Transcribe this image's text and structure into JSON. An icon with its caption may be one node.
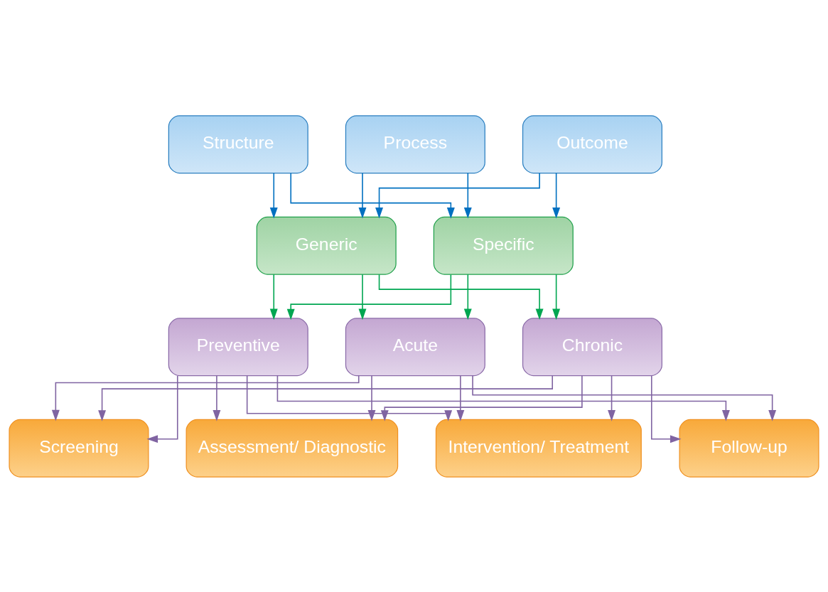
{
  "diagram": {
    "nodes": [
      {
        "text": [
          "Structure"
        ]
      },
      {
        "text": [
          "Process"
        ]
      },
      {
        "text": [
          "Outcome"
        ]
      },
      {
        "text": [
          "Generic"
        ]
      },
      {
        "text": [
          "Specific"
        ]
      },
      {
        "text": [
          "Preventive"
        ]
      },
      {
        "text": [
          "Acute"
        ]
      },
      {
        "text": [
          "Chronic"
        ]
      },
      {
        "text": [
          "Screening"
        ]
      },
      {
        "text": [
          "Assessment/ Diagnostic"
        ]
      },
      {
        "text": [
          "Intervention/ Treatment"
        ]
      },
      {
        "text": [
          "Follow-up"
        ]
      }
    ],
    "edges": [
      {
        "from": 0,
        "to": 3,
        "arrow": "to",
        "color": "#0070c0"
      },
      {
        "from": 0,
        "to": 4,
        "arrow": "to",
        "color": "#0070c0"
      },
      {
        "from": 1,
        "to": 3,
        "arrow": "to",
        "color": "#0070c0"
      },
      {
        "from": 1,
        "to": 4,
        "arrow": "to",
        "color": "#0070c0"
      },
      {
        "from": 2,
        "to": 3,
        "arrow": "to",
        "color": "#0070c0"
      },
      {
        "from": 2,
        "to": 4,
        "arrow": "to",
        "color": "#0070c0"
      },
      {
        "from": 3,
        "to": 5,
        "arrow": "to",
        "color": "#00a651"
      },
      {
        "from": 3,
        "to": 6,
        "arrow": "to",
        "color": "#00a651"
      },
      {
        "from": 3,
        "to": 7,
        "arrow": "to",
        "color": "#00a651"
      },
      {
        "from": 4,
        "to": 5,
        "arrow": "to",
        "color": "#00a651"
      },
      {
        "from": 4,
        "to": 6,
        "arrow": "to",
        "color": "#00a651"
      },
      {
        "from": 4,
        "to": 7,
        "arrow": "to",
        "color": "#00a651"
      },
      {
        "from": 5,
        "to": 8,
        "arrow": "to",
        "color": "#8064a2"
      },
      {
        "from": 5,
        "to": 9,
        "arrow": "to",
        "color": "#8064a2"
      },
      {
        "from": 5,
        "to": 10,
        "arrow": "to",
        "color": "#8064a2"
      },
      {
        "from": 5,
        "to": 11,
        "arrow": "to",
        "color": "#8064a2"
      },
      {
        "from": 6,
        "to": 8,
        "arrow": "to",
        "color": "#8064a2"
      },
      {
        "from": 6,
        "to": 9,
        "arrow": "to",
        "color": "#8064a2"
      },
      {
        "from": 6,
        "to": 10,
        "arrow": "to",
        "color": "#8064a2"
      },
      {
        "from": 6,
        "to": 11,
        "arrow": "to",
        "color": "#8064a2"
      },
      {
        "from": 7,
        "to": 8,
        "arrow": "to",
        "color": "#8064a2"
      },
      {
        "from": 7,
        "to": 9,
        "arrow": "to",
        "color": "#8064a2"
      },
      {
        "from": 7,
        "to": 10,
        "arrow": "to",
        "color": "#8064a2"
      },
      {
        "from": 7,
        "to": 11,
        "arrow": "to",
        "color": "#8064a2"
      }
    ]
  }
}
